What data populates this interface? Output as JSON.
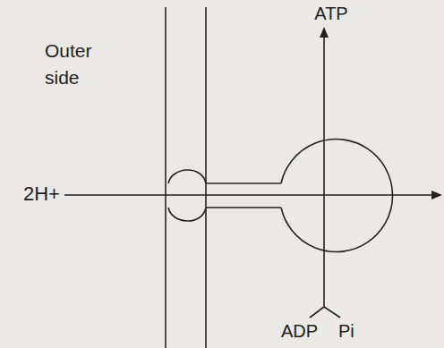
{
  "diagram": {
    "labels": [
      "Outer side",
      "ATP",
      "2H+",
      "ADP",
      "Pi"
    ]
  }
}
